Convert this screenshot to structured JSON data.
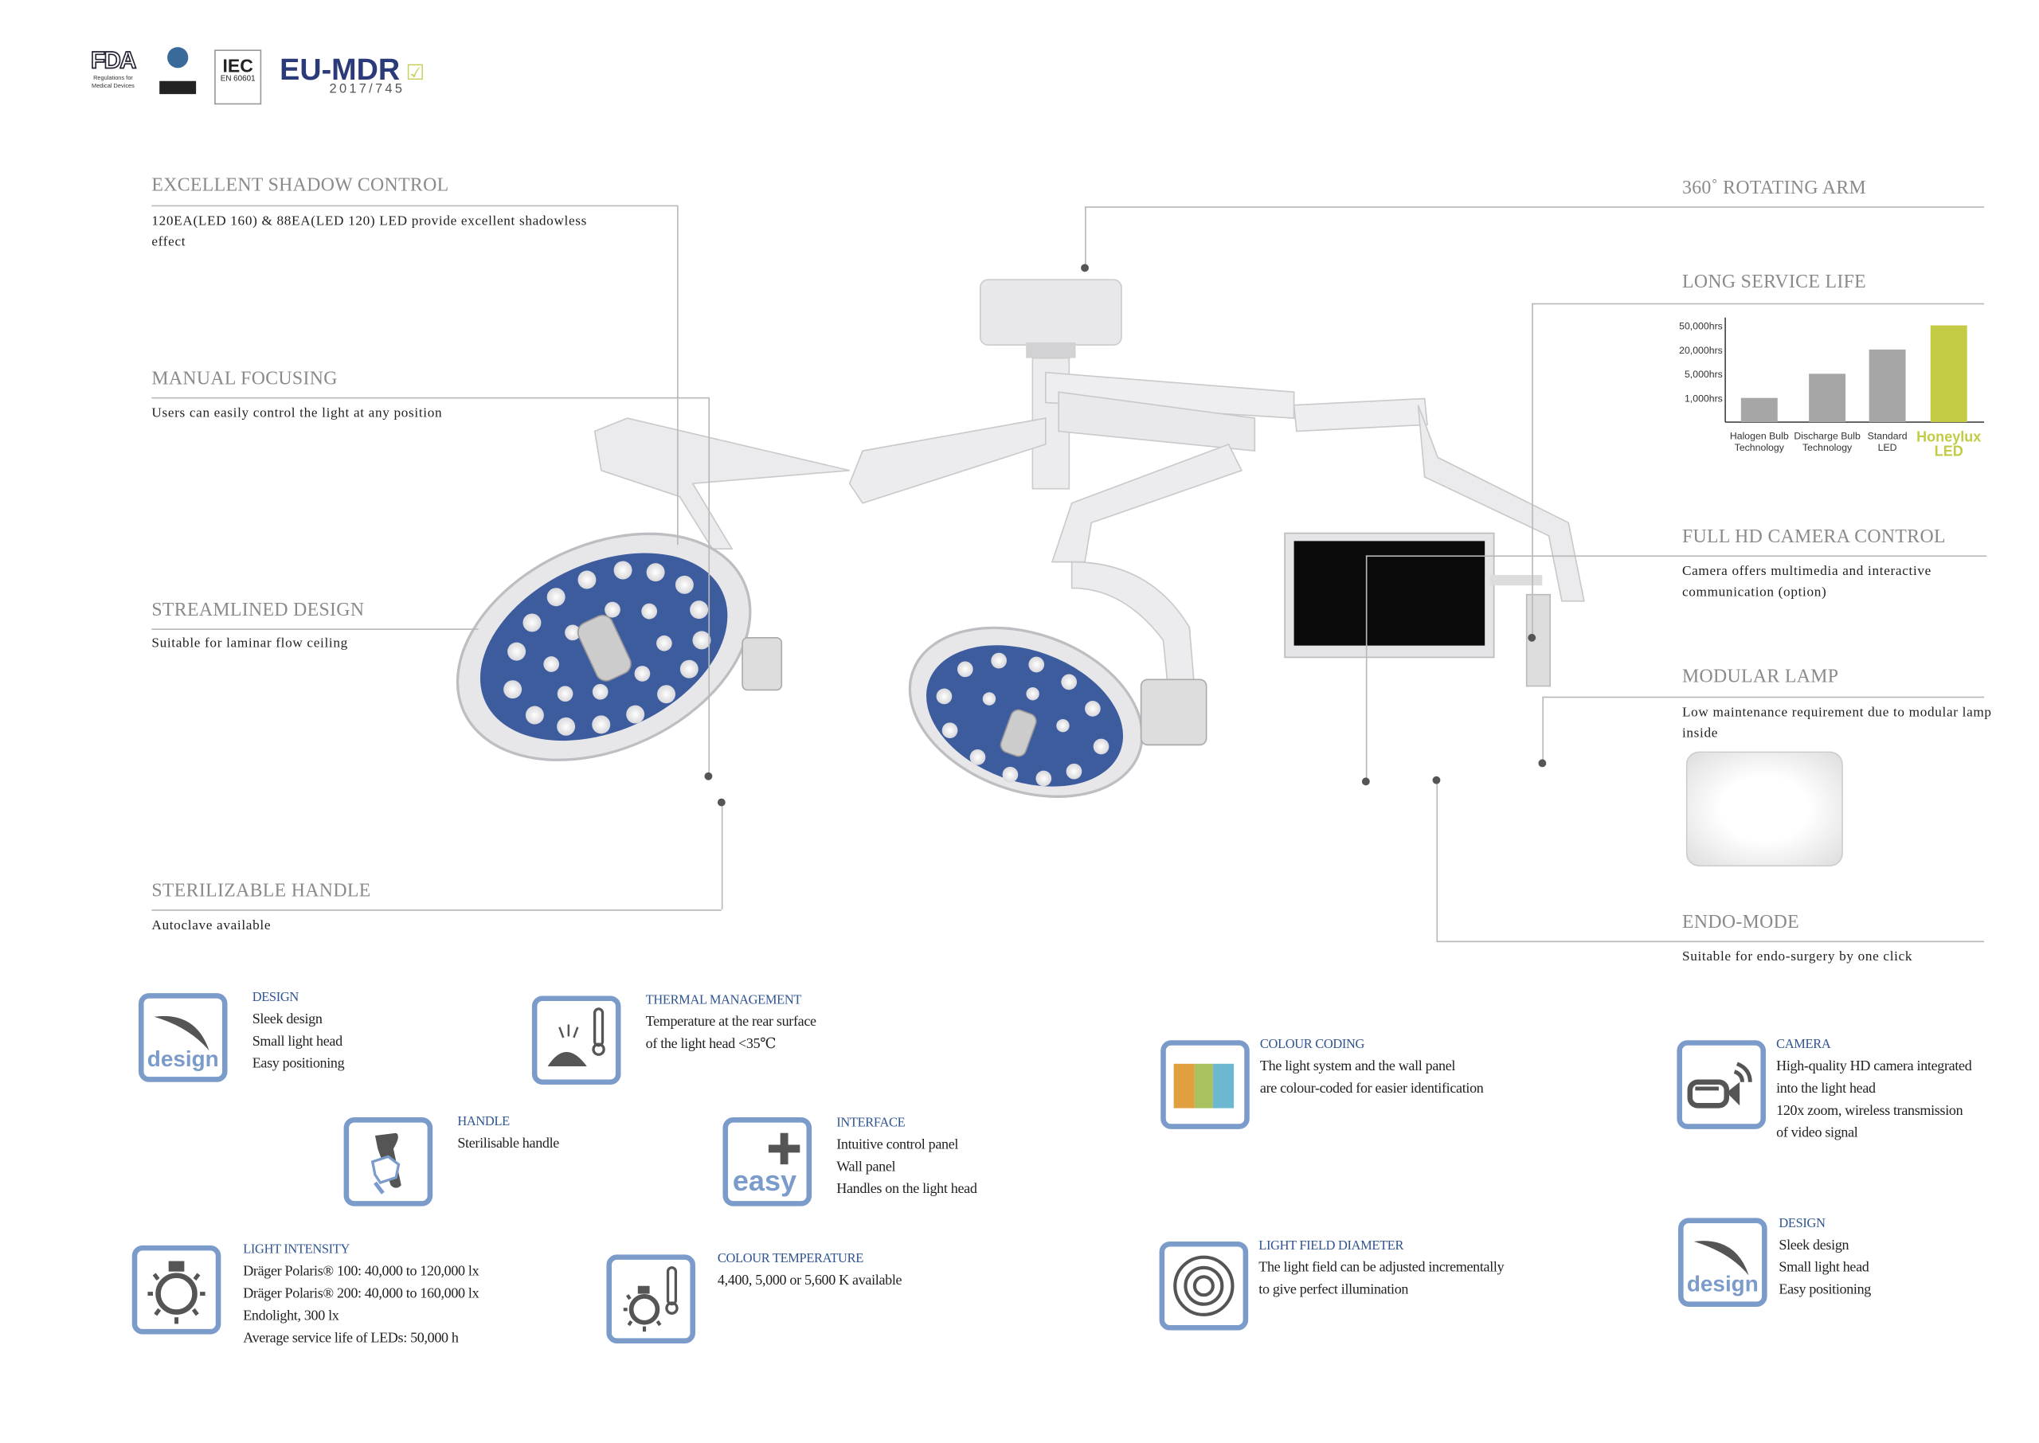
{
  "logos": {
    "fda": "FDA",
    "fda_sub": "Regulations for Medical Devices",
    "iec": "IEC",
    "iec_sub": "EN 60601",
    "eumdr": "EU-MDR",
    "eumdr_sub": "2017/745"
  },
  "callouts": {
    "shadow": {
      "title": "EXCELLENT SHADOW CONTROL",
      "text": "120EA(LED 160) & 88EA(LED 120) LED provide excellent shadowless effect"
    },
    "focusing": {
      "title": "MANUAL FOCUSING",
      "text": "Users can easily control the light at any position"
    },
    "streamlined": {
      "title": "STREAMLINED DESIGN",
      "text": "Suitable for laminar flow ceiling"
    },
    "handle": {
      "title": "STERILIZABLE HANDLE",
      "text": "Autoclave available"
    },
    "arm": {
      "title": "360˚ ROTATING ARM"
    },
    "service": {
      "title": "LONG SERVICE LIFE"
    },
    "camera": {
      "title": "FULL HD CAMERA CONTROL",
      "text": "Camera offers multimedia and interactive communication (option)"
    },
    "modular": {
      "title": "MODULAR LAMP",
      "text": "Low maintenance requirement due to modular lamp inside"
    },
    "endo": {
      "title": "ENDO-MODE",
      "text": "Suitable for endo-surgery by one click"
    }
  },
  "chart_data": {
    "type": "bar",
    "title": "",
    "categories": [
      "Halogen Bulb Technology",
      "Discharge Bulb Technology",
      "Standard LED",
      "Honeylux LED"
    ],
    "category_lines": [
      [
        "Halogen Bulb",
        "Technology"
      ],
      [
        "Discharge Bulb",
        "Technology"
      ],
      [
        "Standard",
        "LED"
      ],
      [
        "Honeylux",
        "LED"
      ]
    ],
    "values": [
      1000,
      5000,
      20000,
      50000
    ],
    "yticks": [
      1000,
      5000,
      20000,
      50000
    ],
    "ytick_labels": [
      "1,000hrs",
      "5,000hrs",
      "20,000hrs",
      "50,000hrs"
    ],
    "colors": [
      "#a6a6a6",
      "#a6a6a6",
      "#a6a6a6",
      "#c3cb45"
    ],
    "xlabel": "",
    "ylabel": "",
    "grid": false
  },
  "features": [
    {
      "id": "design",
      "title": "DESIGN",
      "lines": [
        "Sleek design",
        "Small light head",
        "Easy positioning"
      ],
      "icon": "design-icon"
    },
    {
      "id": "thermal",
      "title": "THERMAL MANAGEMENT",
      "lines": [
        "Temperature at the rear surface",
        "of the light head <35℃"
      ],
      "icon": "thermometer-icon"
    },
    {
      "id": "colour-coding",
      "title": "COLOUR CODING",
      "lines": [
        "The light system and the wall panel",
        "are colour-coded for easier identification"
      ],
      "icon": "colour-bars-icon"
    },
    {
      "id": "camera",
      "title": "CAMERA",
      "lines": [
        "High-quality HD camera integrated",
        "into the light head",
        "120x zoom, wireless transmission",
        "of video signal"
      ],
      "icon": "camera-icon"
    },
    {
      "id": "handle",
      "title": "HANDLE",
      "lines": [
        "Sterilisable handle"
      ],
      "icon": "handle-icon"
    },
    {
      "id": "interface",
      "title": "INTERFACE",
      "lines": [
        "Intuitive control panel",
        "Wall panel",
        "Handles on the light head"
      ],
      "icon": "easy-plus-icon"
    },
    {
      "id": "intensity",
      "title": "LIGHT INTENSITY",
      "lines": [
        "Dräger Polaris® 100: 40,000 to 120,000 lx",
        "Dräger Polaris® 200: 40,000 to 160,000 lx",
        "Endolight, 300 lx",
        "Average service life of LEDs: 50,000 h"
      ],
      "icon": "bulb-icon"
    },
    {
      "id": "colour-temp",
      "title": "COLOUR TEMPERATURE",
      "lines": [
        "4,400, 5,000 or 5,600 K available"
      ],
      "icon": "bulb-thermometer-icon"
    },
    {
      "id": "field",
      "title": "LIGHT FIELD DIAMETER",
      "lines": [
        "The light field can be adjusted incrementally",
        "to give perfect illumination"
      ],
      "icon": "concentric-circles-icon"
    },
    {
      "id": "design2",
      "title": "DESIGN",
      "lines": [
        "Sleek design",
        "Small light head",
        "Easy positioning"
      ],
      "icon": "design-icon"
    }
  ],
  "icon_words": {
    "design": "design",
    "easy": "easy"
  },
  "colors": {
    "icon_border": "#7b9ccb",
    "feature_title": "#2f5490",
    "heading": "#8a8a8a",
    "accent": "#c3cb45"
  }
}
